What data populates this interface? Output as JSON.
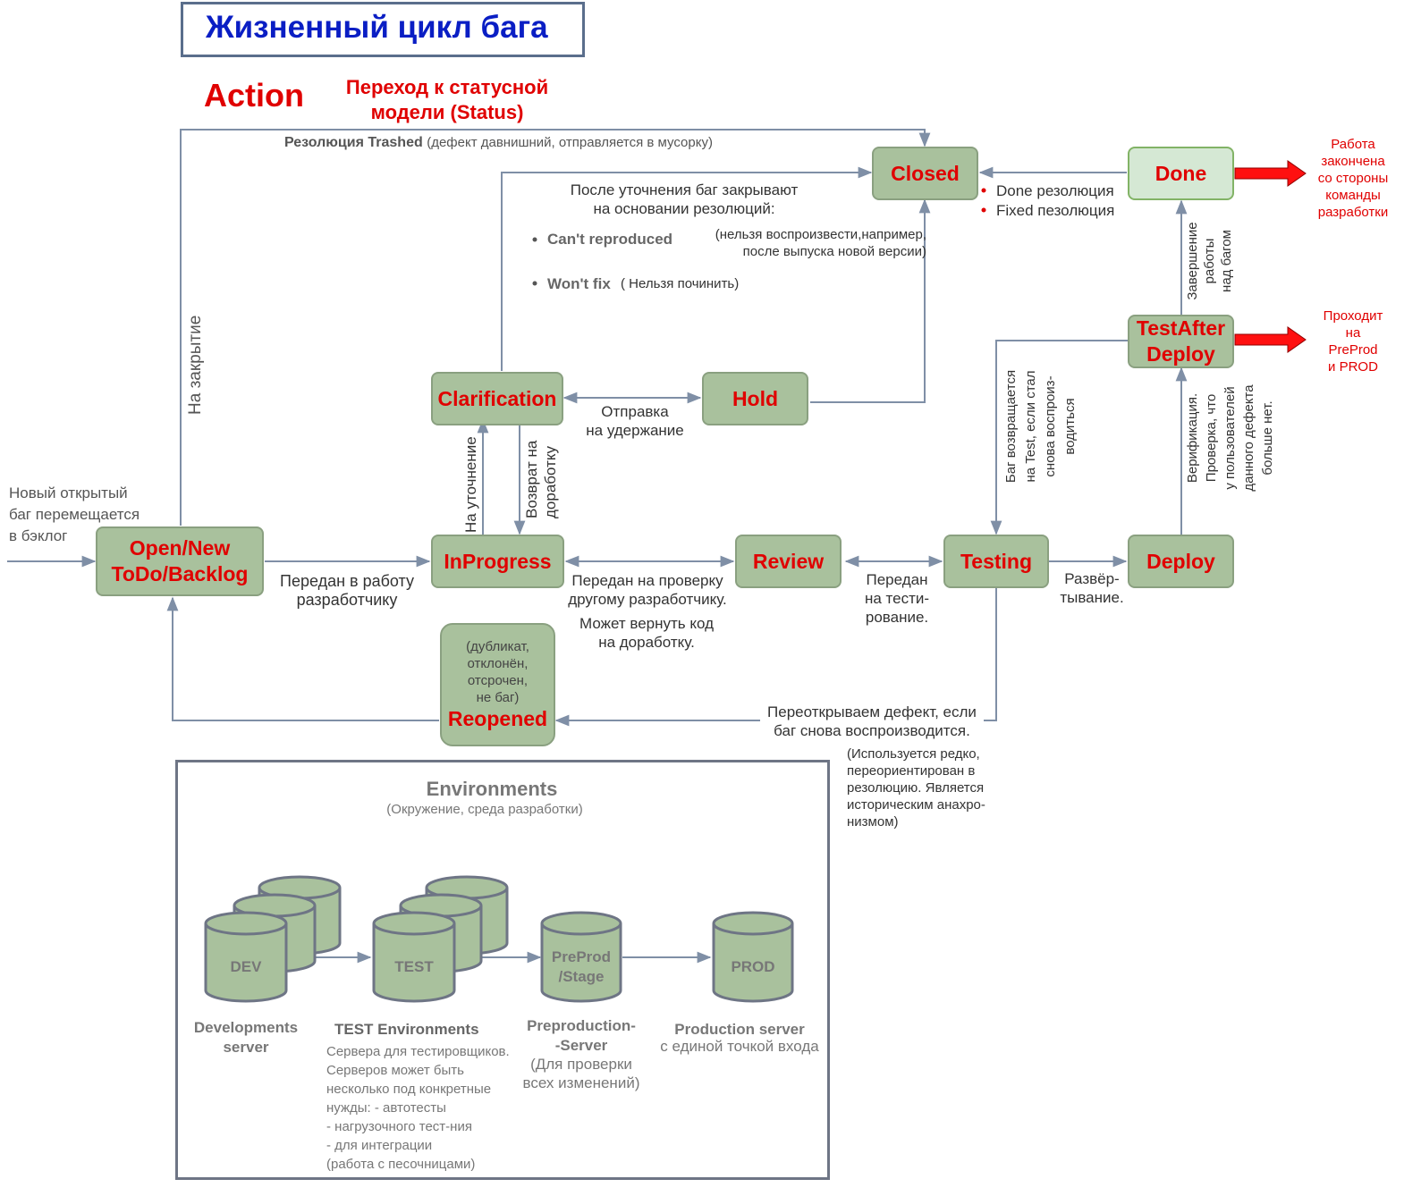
{
  "title": "Жизненный цикл бага",
  "action_label": "Action",
  "status_transition_label": "Переход к статусной\nмодели (Status)",
  "nodes": {
    "open": "Open/New\nToDo/Backlog",
    "inprogress": "InProgress",
    "review": "Review",
    "testing": "Testing",
    "deploy": "Deploy",
    "testafter": "TestAfter\nDeploy",
    "done": "Done",
    "closed": "Closed",
    "clarification": "Clarification",
    "hold": "Hold",
    "reopened_note": "(дубликат,\nотклонён,\nотсрочен,\nне баг)",
    "reopened": "Reopened"
  },
  "labels": {
    "new_bug": "Новый открытый\nбаг перемещается\nв бэклог",
    "to_closing": "На закрытие",
    "trashed_bold": "Резолюция Trashed",
    "trashed_rest": "(дефект давнишний, отправляется в мусорку)",
    "clarify_close": "После уточнения баг закрывают\nна основании резолюций:",
    "cant_reproduced": "Can't reproduced",
    "cant_reproduced_note": "(нельзя воспроизвести,например,\nпосле выпуска новой версии)",
    "wont_fix": "Won't fix",
    "wont_fix_note": "( Нельзя починить)",
    "done_resolution": "Done резолюция",
    "fixed_resolution": "Fixed пезолюция",
    "work_finished": "Работа\nзакончена\nсо стороны\nкоманды\nразработки",
    "passes_preprod": "Проходит\nна\nPreProd\nи PROD",
    "finish_work": "Завершение\nработы\nнад багом",
    "send_to_hold": "Отправка\nна удержание",
    "to_clarify": "На уточнение",
    "back_to_rework": "Возврат на\nдоработку",
    "bug_returns": "Баг возвращается\nна Test, если стал\nснова воспроиз-\nводиться",
    "verification": "Верификация.\nПроверка, что\nу пользователей\nданного дефекта\nбольше нет.",
    "to_developer": "Передан в работу\nразработчику",
    "to_review": "Передан на проверку\nдругому разработчику.",
    "may_return": "Может вернуть код\nна доработку.",
    "to_testing": "Передан\nна тести-\nрование.",
    "deployment": "Развёр-\nтывание.",
    "reopen_defect": "Переоткрываем дефект, если\nбаг снова воспроизводится.",
    "rarely_used": "(Используется редко,\nпереориентирован в\nрезолюцию. Является\nисторическим анахро-\nнизмом)"
  },
  "environments": {
    "title": "Environments",
    "subtitle": "(Окружение, среда разработки)",
    "dev_db": "DEV",
    "test_db": "TEST",
    "preprod_db": "PreProd\n/Stage",
    "prod_db": "PROD",
    "dev_name": "Developments\nserver",
    "test_name": "TEST Environments",
    "test_desc": "Сервера для тестировщиков.\nСерверов может быть\nнесколько под конкретные\nнужды:  - автотесты\n            - нагрузочного тест-ния\n            - для интеграции\n              (работа с песочницами)",
    "preprod_name": "Preproduction-\n-Server",
    "preprod_desc": "(Для проверки\nвсех изменений)",
    "prod_name": "Production server",
    "prod_desc": "с единой точкой входа"
  },
  "colors": {
    "node_fill": "#a9c19d",
    "done_fill": "#d5e8d4",
    "status_text": "#e00000",
    "title_text": "#0a1ec4",
    "connector": "#7f8fa6"
  }
}
